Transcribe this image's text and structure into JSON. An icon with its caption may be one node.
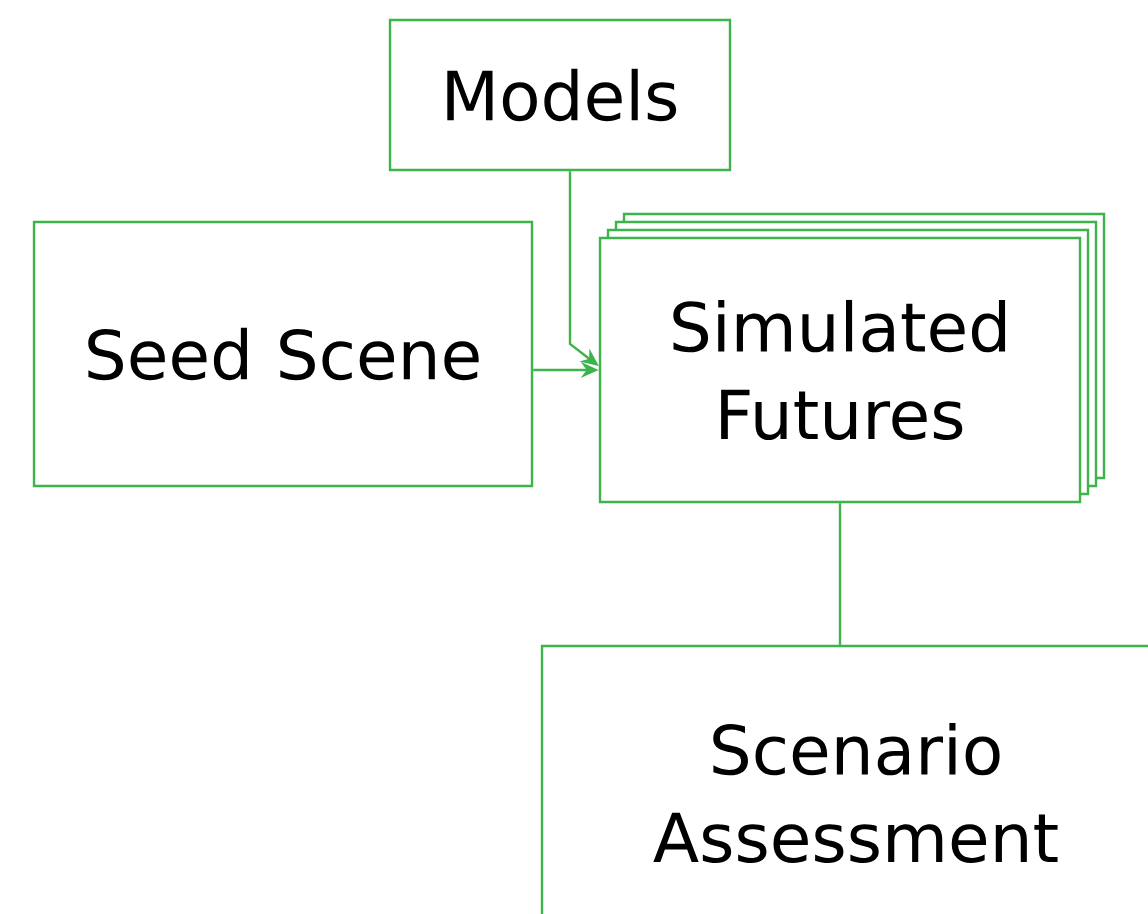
{
  "diagram": {
    "nodes": [
      {
        "text": [
          "Models"
        ]
      },
      {
        "text": [
          "Seed Scene"
        ]
      },
      {
        "text": [
          "Simulated Futures"
        ]
      },
      {
        "text": [
          "Scenario Assessment"
        ]
      }
    ],
    "edges": [
      {
        "from": 0,
        "to": 2,
        "arrow": "to"
      },
      {
        "from": 1,
        "to": 2,
        "arrow": "to"
      },
      {
        "from": 2,
        "to": 3,
        "arrow": "none"
      }
    ]
  }
}
